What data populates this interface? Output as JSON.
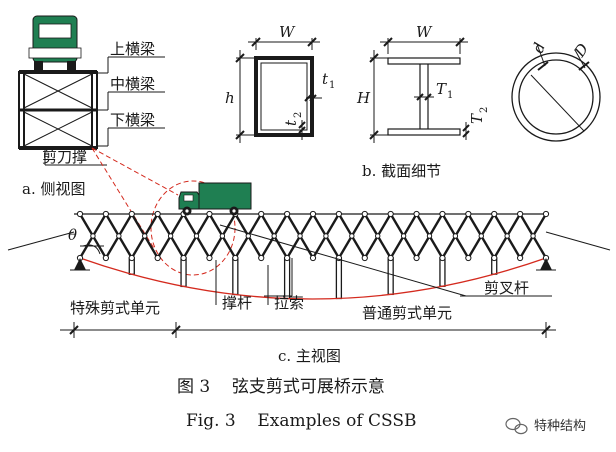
{
  "side_view": {
    "labels": [
      "上横梁",
      "中横梁",
      "下横梁",
      "剪刀撑"
    ],
    "caption": "a. 侧视图"
  },
  "section_detail": {
    "box": {
      "w": "W",
      "h": "h",
      "t1": "t",
      "t1_sub": "1",
      "t2": "t",
      "t2_sub": "2"
    },
    "ibeam": {
      "w": "W",
      "h": "H",
      "t1": "T",
      "t1_sub": "1",
      "t2": "T",
      "t2_sub": "2"
    },
    "pipe": {
      "d": "d",
      "D": "D"
    },
    "caption": "b. 截面细节"
  },
  "main_view": {
    "theta": "θ",
    "labels": {
      "special_unit": "特殊剪式单元",
      "strut": "撑杆",
      "cable": "拉索",
      "normal_unit": "普通剪式单元",
      "scissor_bar": "剪叉杆"
    },
    "caption": "c. 主视图"
  },
  "figure_caption_cn": "图 3    弦支剪式可展桥示意",
  "figure_caption_en": "Fig. 3    Examples of CSSB",
  "watermark": "特种结构",
  "colors": {
    "accent": "#d42a1e",
    "vehicle": "#1f7f52",
    "line": "#1a1a1a"
  }
}
